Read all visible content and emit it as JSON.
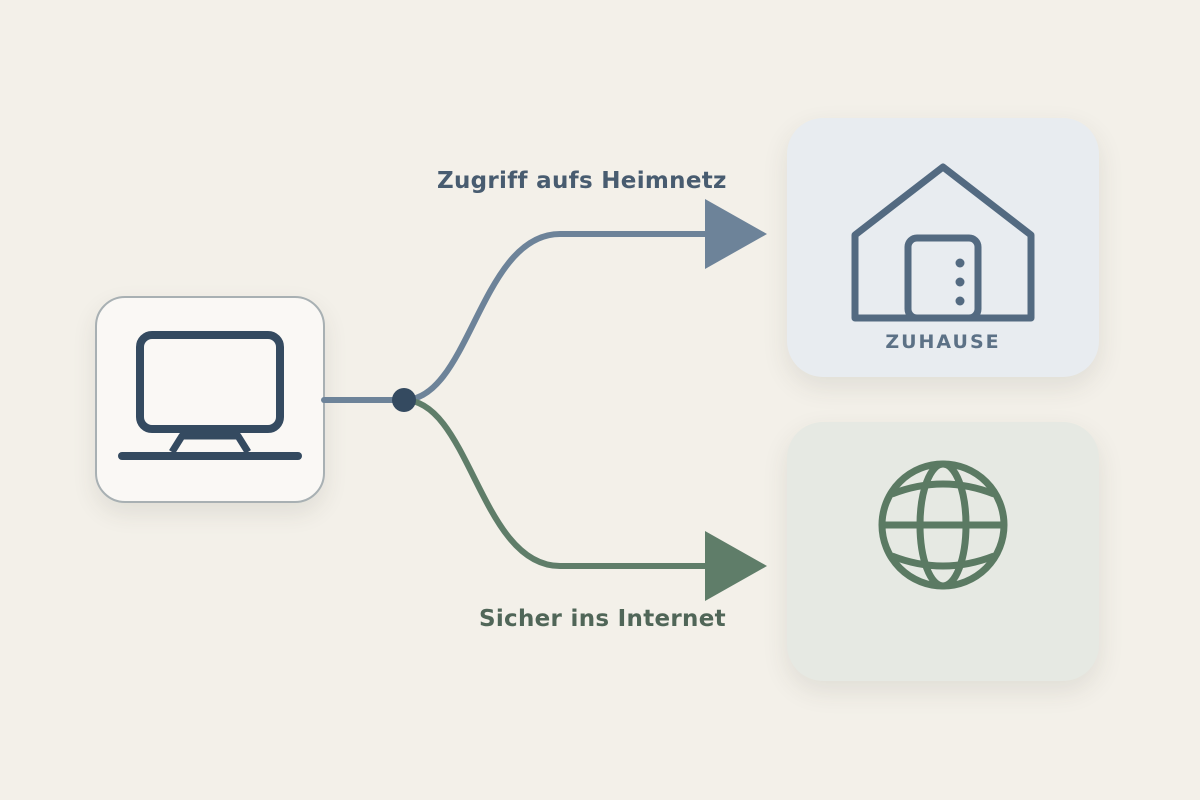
{
  "diagram": {
    "routes": {
      "home_label": "Zugriff aufs Heimnetz",
      "internet_label": "Sicher ins Internet"
    },
    "nodes": {
      "device": {
        "icon": "computer-icon"
      },
      "home": {
        "icon": "house-icon",
        "label": "ZUHAUSE"
      },
      "internet": {
        "icon": "globe-icon"
      }
    },
    "colors": {
      "background": "#f3f0e9",
      "home_route": "#6d8399",
      "internet_route": "#5f7d69",
      "device_icon": "#344a60",
      "home_icon": "#536a81",
      "globe_icon": "#5b7a63",
      "junction": "#344a60"
    }
  }
}
